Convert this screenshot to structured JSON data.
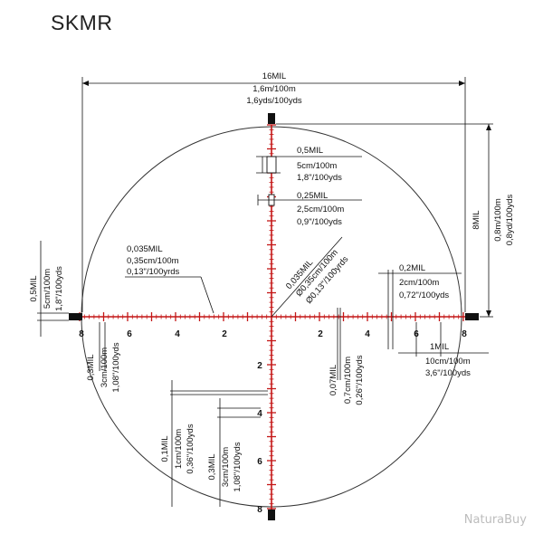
{
  "title": "SKMR",
  "watermark": "NaturaBuy",
  "colors": {
    "reticle": "#c41616",
    "ink": "#111111",
    "circle": "#333333"
  },
  "top_dim": [
    "16MIL",
    "1,6m/100m",
    "1,6yds/100yds"
  ],
  "right_dim": [
    "8MIL",
    "0,8m/100m",
    "0,8yd/100yds"
  ],
  "half_mil": [
    "0,5MIL",
    "5cm/100m",
    "1,8\"/100yds"
  ],
  "quarter_mil": [
    "0,25MIL",
    "2,5cm/100m",
    "0,9\"/100yds"
  ],
  "line_thickness": [
    "0,035MIL",
    "0,35cm/100m",
    "0,13\"/100yrds"
  ],
  "diag": [
    "0,035MIL",
    "Ø0,35cm/100m",
    "Ø0,13\"/100yrds"
  ],
  "left_post": [
    "0,5MIL",
    "5cm/100m",
    "1,8\"/100yds"
  ],
  "point_two": [
    "0,2MIL",
    "2cm/100m",
    "0,72\"/100yds"
  ],
  "one_mil": [
    "1MIL",
    "10cm/100m",
    "3,6\"/100yds"
  ],
  "tick_03": [
    "0,3MIL",
    "3cm/100m",
    "1,08\"/100yds"
  ],
  "tick_007": [
    "0,07MIL",
    "0,7cm/100m",
    "0,26\"/100yds"
  ],
  "bottom_01": [
    "0,1MIL",
    "1cm/100m",
    "0,36\"/100yds"
  ],
  "bottom_03": [
    "0,3MIL",
    "3cm/100m",
    "1,08\"/100yds"
  ],
  "h_numbers_left": [
    "8",
    "6",
    "4",
    "2"
  ],
  "h_numbers_right": [
    "2",
    "4",
    "6",
    "8"
  ],
  "v_numbers": [
    "2",
    "4",
    "6",
    "8"
  ]
}
